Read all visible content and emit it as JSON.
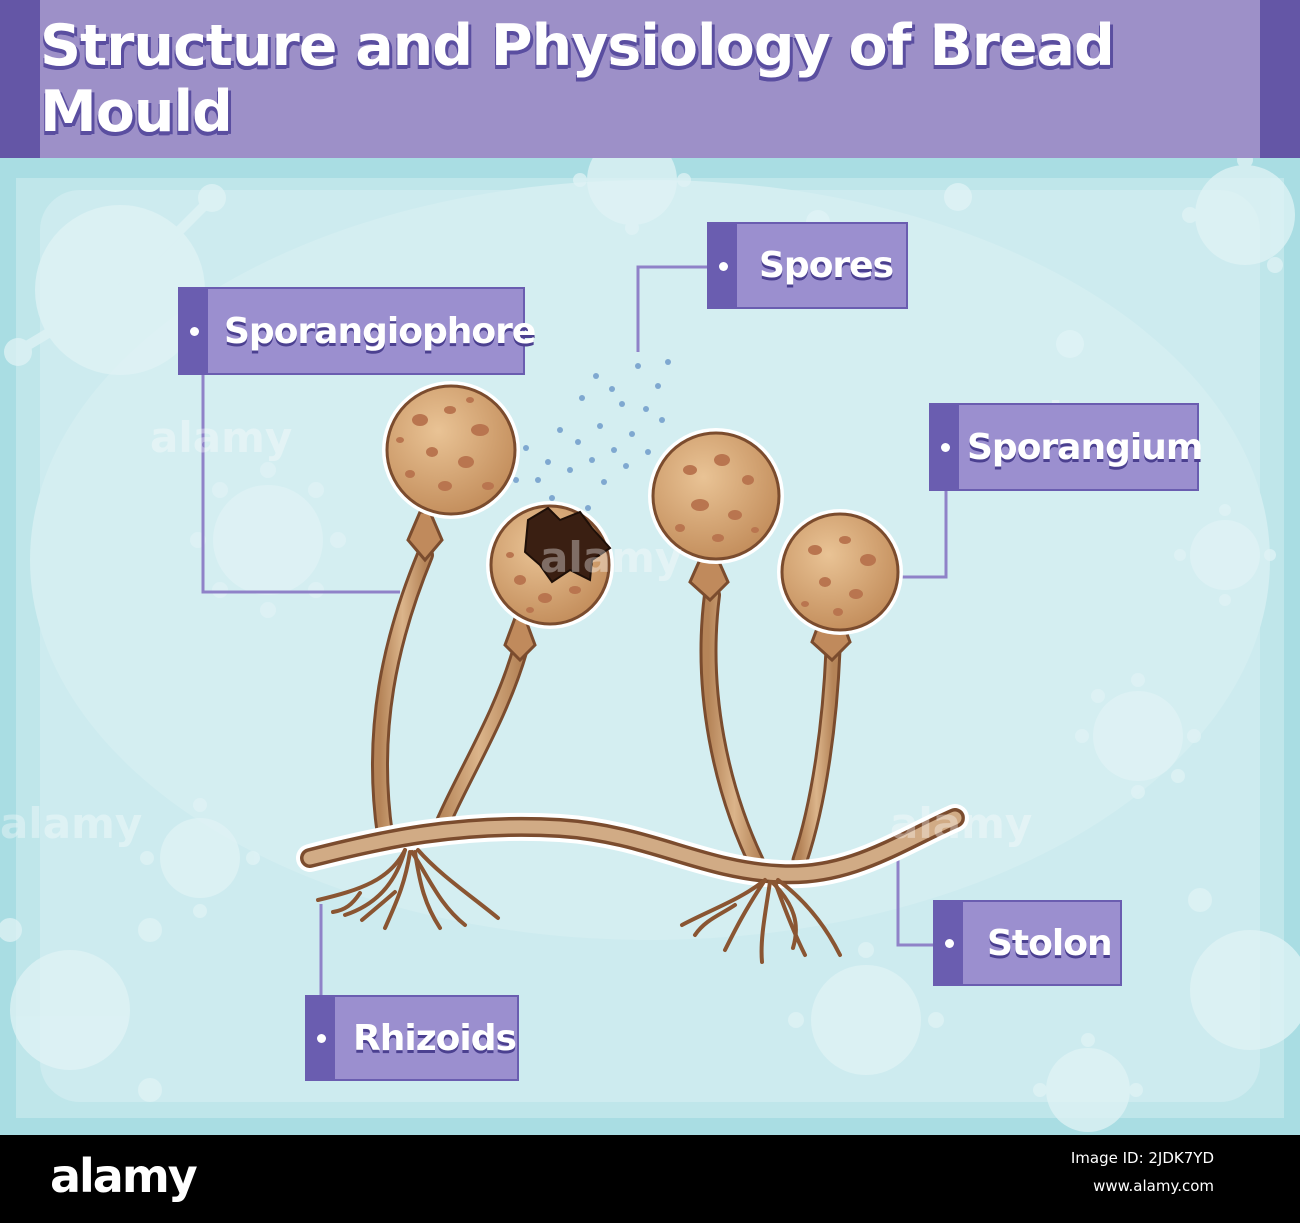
{
  "title": "Structure and Physiology of Bread Mould",
  "labels": {
    "sporangiophore": "Sporangiophore",
    "spores": "Spores",
    "sporangium": "Sporangium",
    "stolon": "Stolon",
    "rhizoids": "Rhizoids"
  },
  "watermark": "alamy",
  "footer": {
    "logo": "alamy",
    "image_id": "Image ID: 2JDK7YD",
    "url": "www.alamy.com"
  },
  "colors": {
    "title_bar": "#9d90c8",
    "label_box": "#9b8fcf",
    "label_accent": "#6a5db0",
    "background": "#bfe6ea",
    "panel": "#d4edf0",
    "sporangium_fill": "#d2a26f",
    "spot": "#b9754f",
    "stalk": "#c99a6e",
    "outline": "#7b4c2e"
  }
}
